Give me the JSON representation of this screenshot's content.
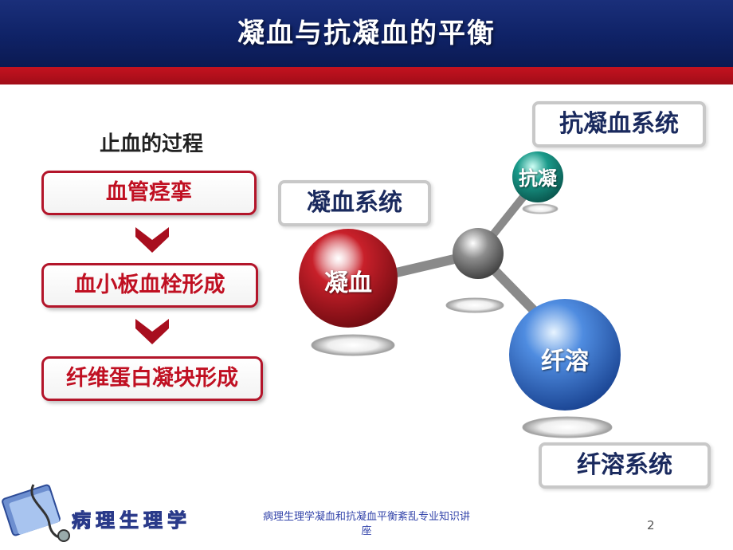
{
  "slide": {
    "title": "凝血与抗凝血的平衡",
    "page_number": "2"
  },
  "process": {
    "heading": "止血的过程",
    "steps": [
      "血管痉挛",
      "血小板血栓形成",
      "纤维蛋白凝块形成"
    ]
  },
  "systems": {
    "anticoag_box": "抗凝血系统",
    "coag_box": "凝血系统",
    "fibrinolysis_box": "纤溶系统"
  },
  "molecule": {
    "coag_ball": "凝血",
    "anticoag_ball": "抗凝",
    "fibrinolysis_ball": "纤溶"
  },
  "footer": {
    "text": "病理生理学凝血和抗凝血平衡紊乱专业知识讲座",
    "logo_text": "病理生理学"
  },
  "colors": {
    "title_bar": "#0f2266",
    "red_band": "#b01020",
    "step_border": "#b3152a",
    "step_text": "#c01022",
    "system_text": "#1a2a5e"
  }
}
